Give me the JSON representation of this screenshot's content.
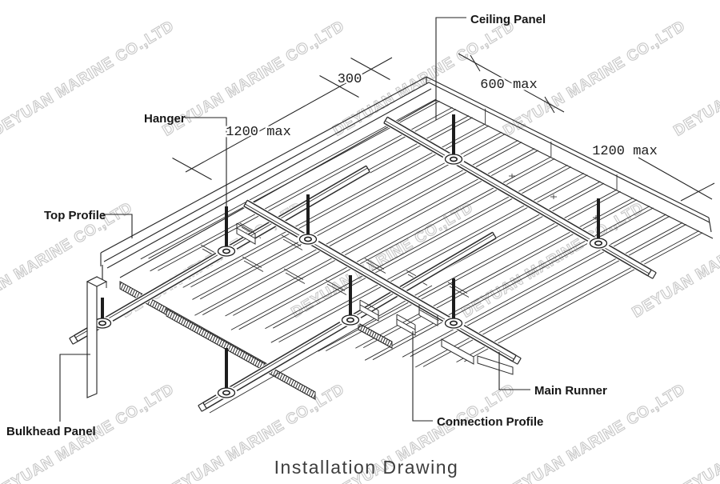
{
  "page": {
    "background": "#ffffff",
    "line_color": "#2b2b2b"
  },
  "watermark": {
    "text": "DEYUAN MARINE CO.,LTD",
    "color": "#c9c9c9"
  },
  "title": {
    "text": "Installation Drawing"
  },
  "labels": {
    "ceiling_panel": "Ceiling Panel",
    "hanger": "Hanger",
    "top_profile": "Top Profile",
    "bulkhead_panel": "Bulkhead Panel",
    "main_runner": "Main Runner",
    "connection_profile": "Connection Profile"
  },
  "dimensions": {
    "d300": "300",
    "d600": "600 max",
    "left_1200": "1200 max",
    "right_1200": "1200 max"
  }
}
